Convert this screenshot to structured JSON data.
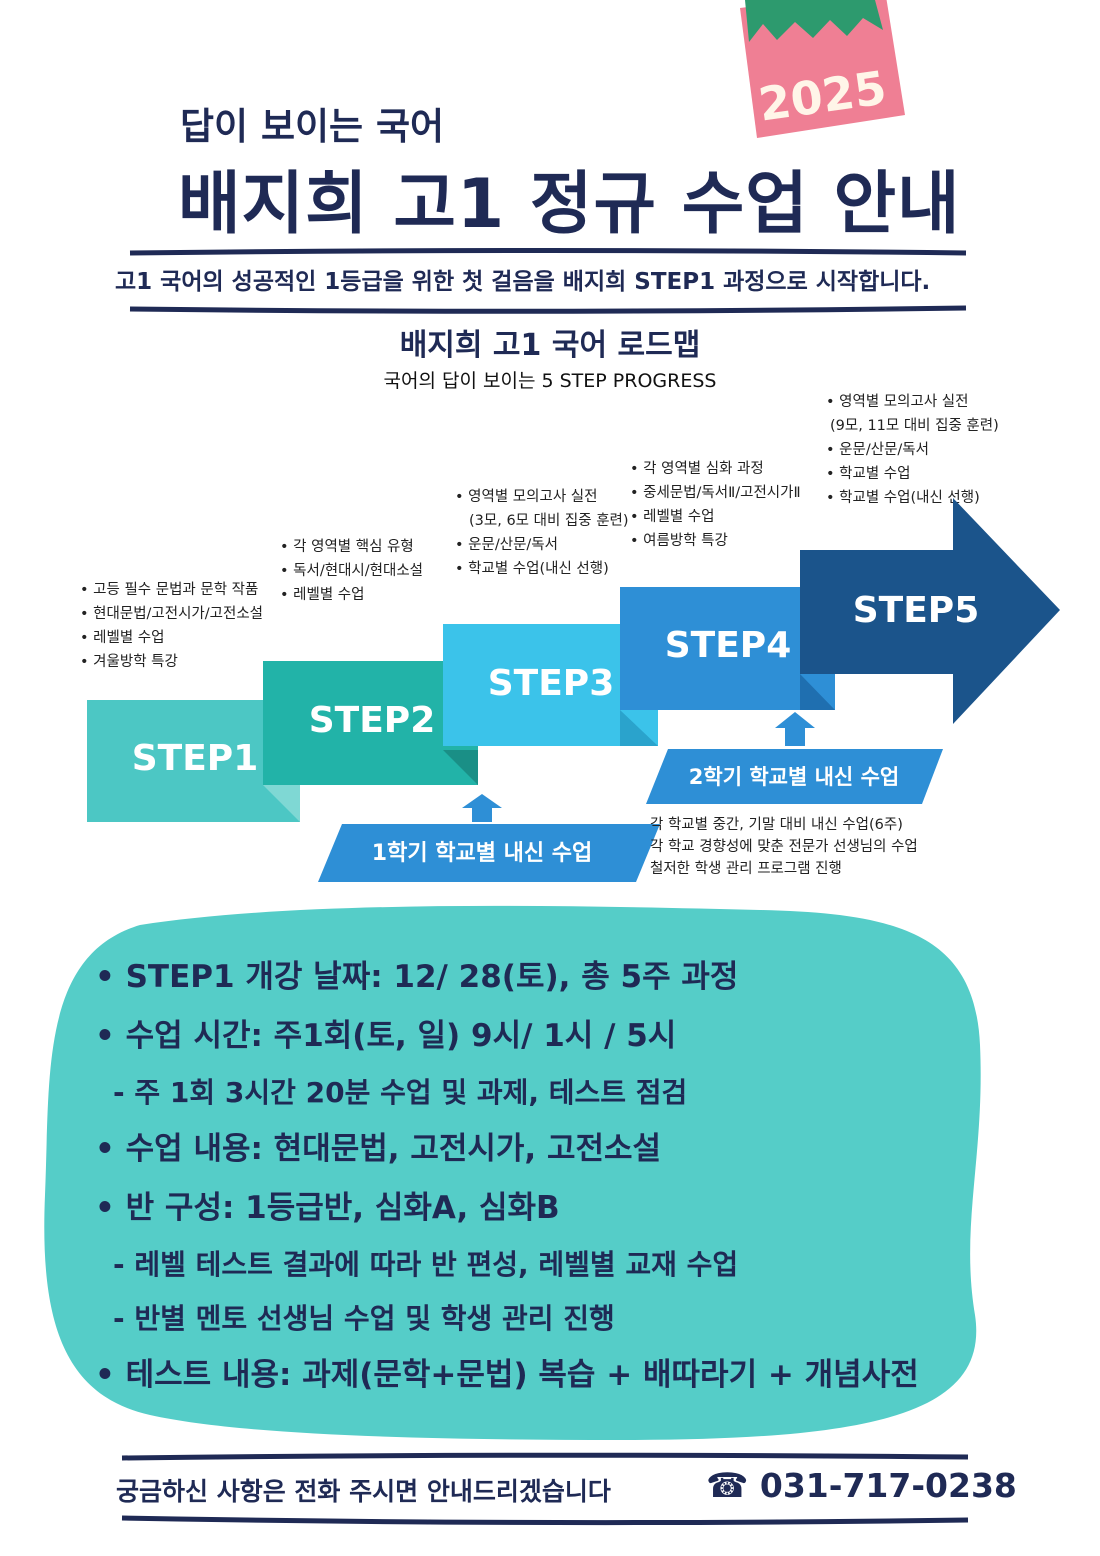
{
  "badge": {
    "year": "2025"
  },
  "header": {
    "subtitle": "답이 보이는 국어",
    "title": "배지희 고1 정규 수업 안내",
    "tagline": "고1 국어의 성공적인 1등급을 위한 첫 걸음을  배지희 STEP1 과정으로 시작합니다."
  },
  "roadmap": {
    "title": "배지희 고1 국어 로드맵",
    "subtitle": "국어의 답이 보이는 5 STEP PROGRESS",
    "steps": [
      {
        "label": "STEP1",
        "color": "#4cc7c4",
        "items": [
          "고등 필수 문법과 문학 작품",
          "현대문법/고전시가/고전소설",
          "레벨별 수업",
          "겨울방학 특강"
        ]
      },
      {
        "label": "STEP2",
        "color": "#22b3a8",
        "items": [
          "각 영역별 핵심 유형",
          "독서/현대시/현대소설",
          "레벨별 수업"
        ]
      },
      {
        "label": "STEP3",
        "color": "#3bc3ea",
        "items": [
          "영역별 모의고사 실전",
          "(3모, 6모 대비 집중 훈련)",
          "운문/산문/독서",
          "학교별 수업(내신 선행)"
        ]
      },
      {
        "label": "STEP4",
        "color": "#2e8fd6",
        "items": [
          "각 영역별 심화 과정",
          "중세문법/독서Ⅱ/고전시가Ⅱ",
          "레벨별 수업",
          "여름방학 특강"
        ]
      },
      {
        "label": "STEP5",
        "color": "#1b548b",
        "items": [
          "영역별 모의고사 실전",
          "(9모, 11모 대비 집중 훈련)",
          "운문/산문/독서",
          "학교별 수업",
          "학교별 수업(내신 선행)"
        ]
      }
    ],
    "semester1": {
      "label": "1학기 학교별 내신 수업"
    },
    "semester2": {
      "label": "2학기 학교별 내신 수업"
    },
    "semester_details": [
      "각 학교별 중간, 기말 대비 내신 수업(6주)",
      "각 학교 경향성에 맞춘 전문가 선생님의 수업",
      "철저한 학생 관리 프로그램 진행"
    ]
  },
  "info": {
    "lines": [
      "• STEP1 개강 날짜: 12/ 28(토), 총 5주 과정",
      "• 수업 시간: 주1회(토, 일) 9시/ 1시 / 5시",
      "- 주 1회 3시간 20분 수업 및 과제, 테스트 점검",
      "• 수업 내용: 현대문법, 고전시가, 고전소설",
      "• 반 구성: 1등급반, 심화A, 심화B",
      "- 레벨 테스트 결과에 따라 반 편성, 레벨별 교재 수업",
      "- 반별 멘토 선생님 수업 및 학생 관리 진행",
      "• 테스트 내용: 과제(문학+문법) 복습 + 배따라기 + 개념사전"
    ]
  },
  "footer": {
    "text": "궁금하신 사항은 전화 주시면 안내드리겠습니다",
    "phone": "031-717-0238",
    "phone_icon": "telephone-icon"
  },
  "colors": {
    "navy": "#1f2a55",
    "teal_blob": "#55cdc8",
    "badge_pink": "#ef7f94",
    "badge_green": "#2d9a6e"
  }
}
